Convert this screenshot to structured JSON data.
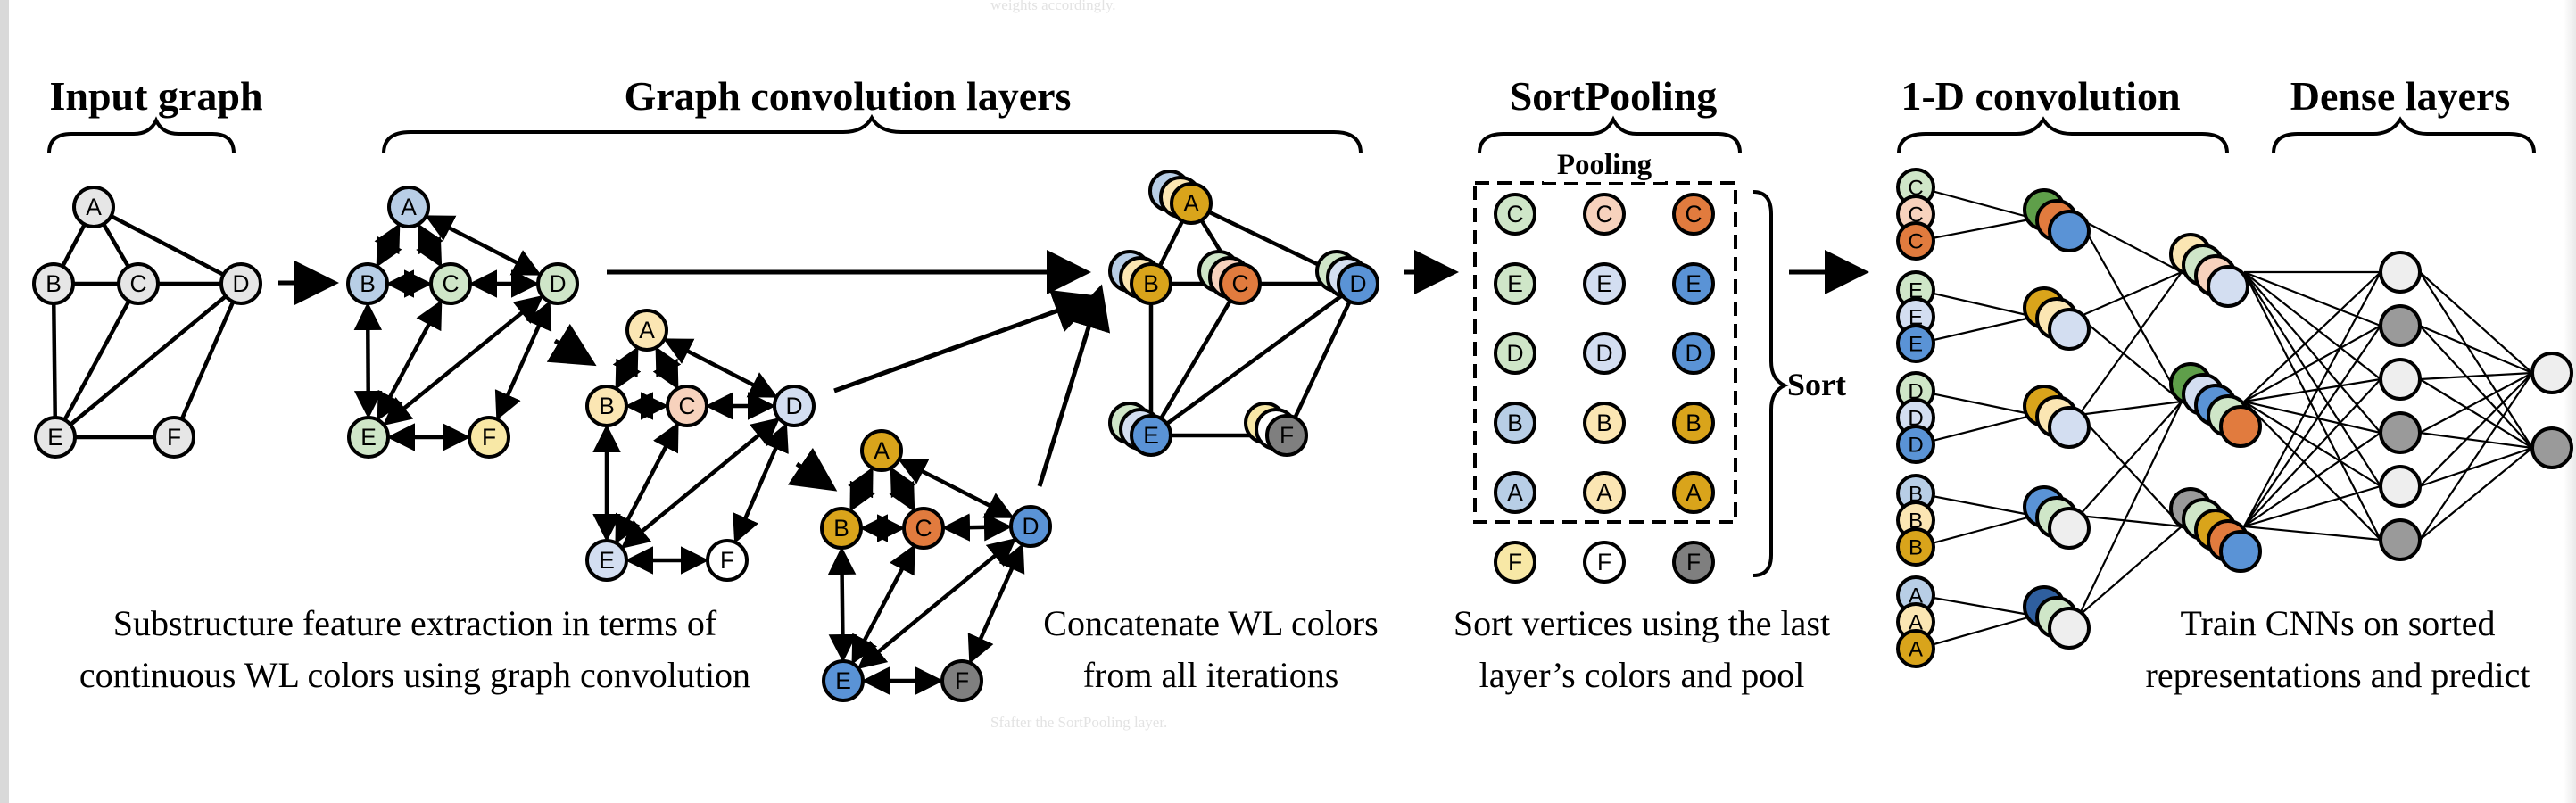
{
  "titles": {
    "input_graph": "Input graph",
    "graph_convolution_layers": "Graph convolution layers",
    "sortpooling": "SortPooling",
    "conv1d": "1-D convolution",
    "dense_layers": "Dense layers",
    "pooling": "Pooling",
    "sort": "Sort"
  },
  "captions": {
    "substructure_line1": "Substructure feature extraction in terms of",
    "substructure_line2": "continuous WL colors using graph convolution",
    "concat_line1": "Concatenate WL colors",
    "concat_line2": "from all iterations",
    "sort_line1": "Sort vertices using the last",
    "sort_line2": "layer’s colors and pool",
    "train_line1": "Train CNNs on sorted",
    "train_line2": "representations and predict"
  },
  "ghost_text": {
    "top": "weights accordingly.",
    "bottom": "Sfafter the SortPooling layer."
  },
  "node_labels": [
    "A",
    "B",
    "C",
    "D",
    "E",
    "F"
  ],
  "colors": {
    "layer1": {
      "A": "#b8cee6",
      "B": "#b8cee6",
      "C": "#cfe6c8",
      "D": "#cfe6c8",
      "E": "#cfe6c8",
      "F": "#f8e8a6"
    },
    "layer2": {
      "A": "#fbe6b3",
      "B": "#fbe6b3",
      "C": "#f7d2bd",
      "D": "#d3def1",
      "E": "#d3def1",
      "F": "#ffffff"
    },
    "layer3": {
      "A": "#d9a41b",
      "B": "#d9a41b",
      "C": "#e17b3e",
      "D": "#5a93d6",
      "E": "#5a93d6",
      "F": "#7f7f7f"
    },
    "input_node": "#e6e6e6",
    "dense_light": "#eeeeee",
    "dense_gray": "#9a9a9a",
    "green_dark": "#5f9f4a"
  },
  "sort_table": {
    "rows": [
      [
        "C",
        "C",
        "C"
      ],
      [
        "E",
        "E",
        "E"
      ],
      [
        "D",
        "D",
        "D"
      ],
      [
        "B",
        "B",
        "B"
      ],
      [
        "A",
        "A",
        "A"
      ],
      [
        "F",
        "F",
        "F"
      ]
    ],
    "colors": [
      [
        "#cfe6c8",
        "#f7d2bd",
        "#e17b3e"
      ],
      [
        "#cfe6c8",
        "#d3def1",
        "#5a93d6"
      ],
      [
        "#cfe6c8",
        "#d3def1",
        "#5a93d6"
      ],
      [
        "#b8cee6",
        "#fbe6b3",
        "#d9a41b"
      ],
      [
        "#b8cee6",
        "#fbe6b3",
        "#d9a41b"
      ],
      [
        "#f8e8a6",
        "#ffffff",
        "#7f7f7f"
      ]
    ]
  },
  "conv_input_stacks": [
    {
      "labels": [
        "C",
        "C",
        "C"
      ],
      "colors": [
        "#cfe6c8",
        "#f7d2bd",
        "#e17b3e"
      ]
    },
    {
      "labels": [
        "E",
        "E",
        "E"
      ],
      "colors": [
        "#cfe6c8",
        "#d3def1",
        "#5a93d6"
      ]
    },
    {
      "labels": [
        "D",
        "D",
        "D"
      ],
      "colors": [
        "#cfe6c8",
        "#d3def1",
        "#5a93d6"
      ]
    },
    {
      "labels": [
        "B",
        "B",
        "B"
      ],
      "colors": [
        "#b8cee6",
        "#fbe6b3",
        "#d9a41b"
      ]
    },
    {
      "labels": [
        "A",
        "A",
        "A"
      ],
      "colors": [
        "#b8cee6",
        "#fbe6b3",
        "#d9a41b"
      ]
    }
  ],
  "conv_filter_stacks": [
    [
      "#5f9f4a",
      "#e17b3e",
      "#5a93d6"
    ],
    [
      "#d9a41b",
      "#fbe6b3",
      "#d3def1"
    ],
    [
      "#d9a41b",
      "#fbe6b3",
      "#d3def1"
    ],
    [
      "#5a93d6",
      "#cfe6c8",
      "#eeeeee"
    ],
    [
      "#2f5f9f",
      "#cfe6c8",
      "#eeeeee"
    ]
  ],
  "conv_output_stacks": [
    [
      "#fbe6b3",
      "#cfe6c8",
      "#f7d2bd",
      "#d3def1"
    ],
    [
      "#5f9f4a",
      "#d3def1",
      "#5a93d6",
      "#cfe6c8",
      "#e17b3e"
    ],
    [
      "#9a9a9a",
      "#cfe6c8",
      "#d9a41b",
      "#e17b3e",
      "#5a93d6"
    ]
  ],
  "dense_hidden_colors": [
    "#eeeeee",
    "#9a9a9a",
    "#eeeeee",
    "#9a9a9a",
    "#eeeeee",
    "#9a9a9a"
  ],
  "dense_output_colors": [
    "#eeeeee",
    "#9a9a9a"
  ]
}
